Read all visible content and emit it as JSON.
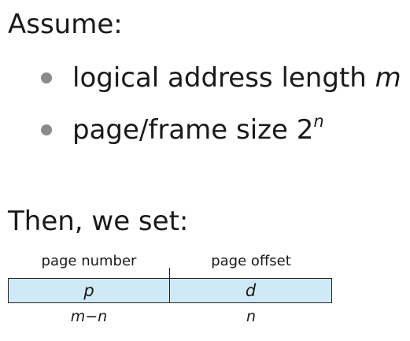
{
  "assume": {
    "heading": "Assume:",
    "items": [
      {
        "text": "logical address length ",
        "variable": "m"
      },
      {
        "text": "page/frame size 2",
        "superscript": "n"
      }
    ]
  },
  "then": {
    "heading": "Then, we set:"
  },
  "address_layout": {
    "fields": [
      {
        "name": "page number",
        "symbol": "p",
        "width_label": "m−n"
      },
      {
        "name": "page offset",
        "symbol": "d",
        "width_label": "n"
      }
    ],
    "fill_color": "#cfe9f6"
  }
}
